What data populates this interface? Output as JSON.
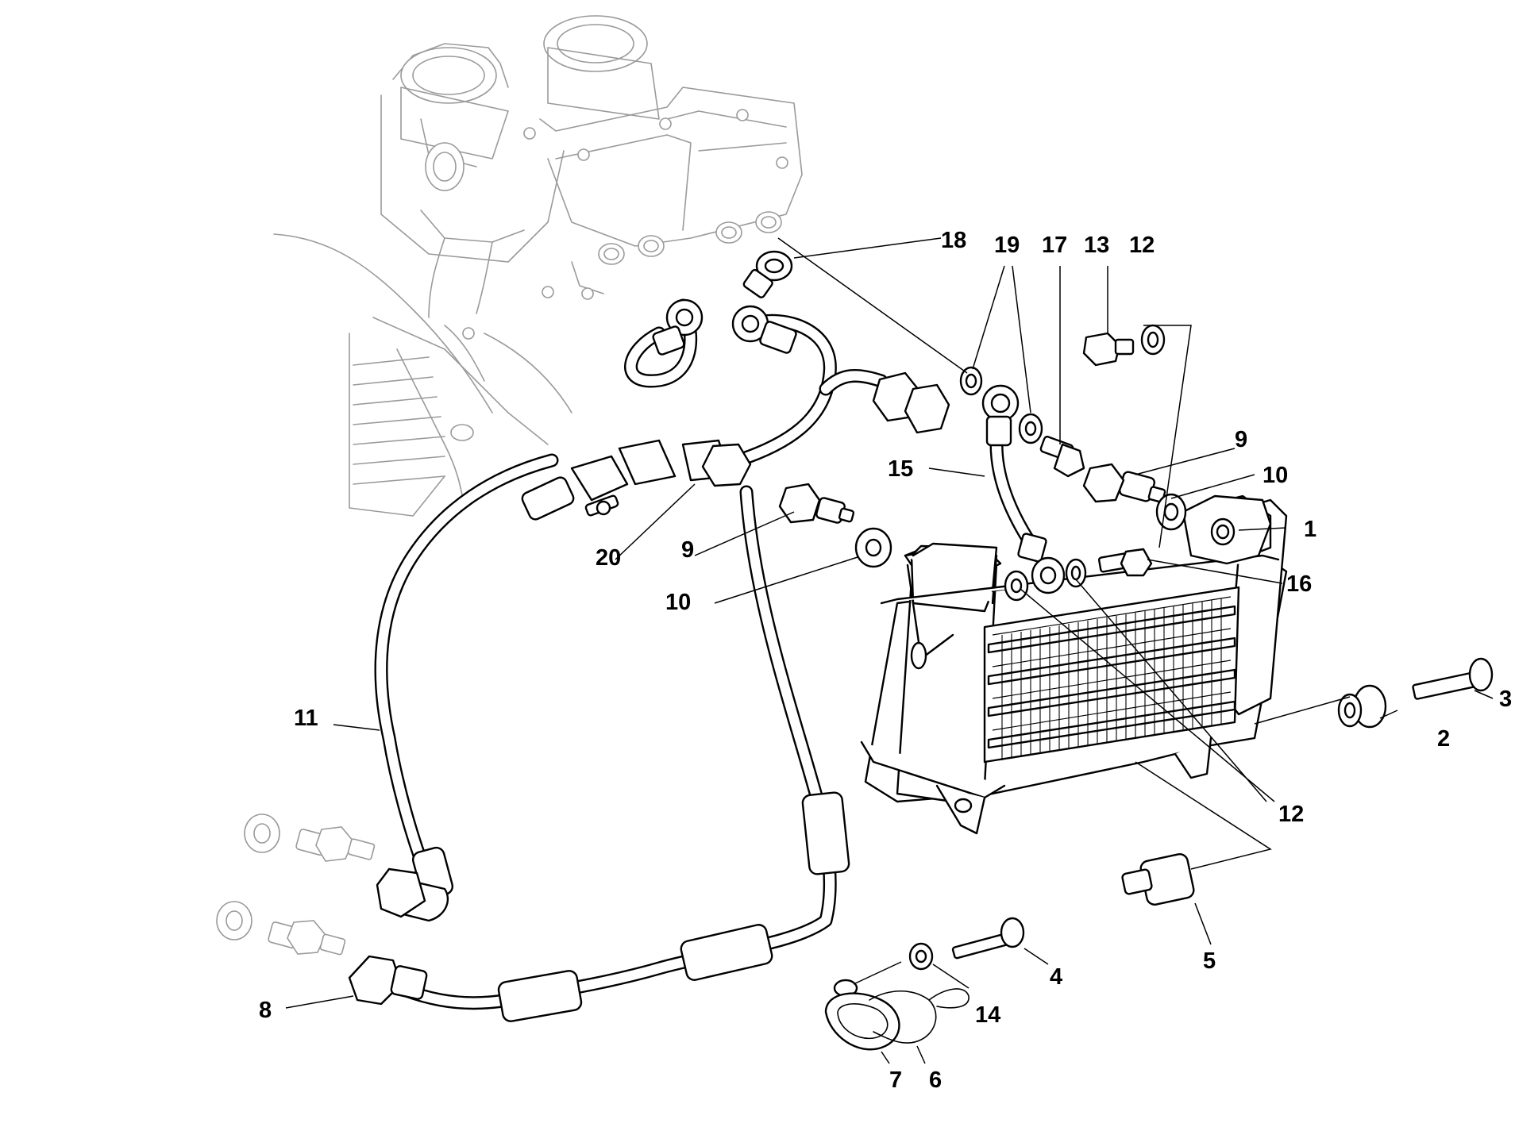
{
  "diagram": {
    "callouts": [
      {
        "id": "c1",
        "text": "1"
      },
      {
        "id": "c2",
        "text": "2"
      },
      {
        "id": "c3",
        "text": "3"
      },
      {
        "id": "c4",
        "text": "4"
      },
      {
        "id": "c5",
        "text": "5"
      },
      {
        "id": "c6",
        "text": "6"
      },
      {
        "id": "c7",
        "text": "7"
      },
      {
        "id": "c8",
        "text": "8"
      },
      {
        "id": "c9a",
        "text": "9"
      },
      {
        "id": "c9b",
        "text": "9"
      },
      {
        "id": "c10a",
        "text": "10"
      },
      {
        "id": "c10b",
        "text": "10"
      },
      {
        "id": "c11",
        "text": "11"
      },
      {
        "id": "c12a",
        "text": "12"
      },
      {
        "id": "c12b",
        "text": "12"
      },
      {
        "id": "c13",
        "text": "13"
      },
      {
        "id": "c14",
        "text": "14"
      },
      {
        "id": "c15",
        "text": "15"
      },
      {
        "id": "c16",
        "text": "16"
      },
      {
        "id": "c17",
        "text": "17"
      },
      {
        "id": "c18",
        "text": "18"
      },
      {
        "id": "c19",
        "text": "19"
      },
      {
        "id": "c20",
        "text": "20"
      }
    ]
  }
}
